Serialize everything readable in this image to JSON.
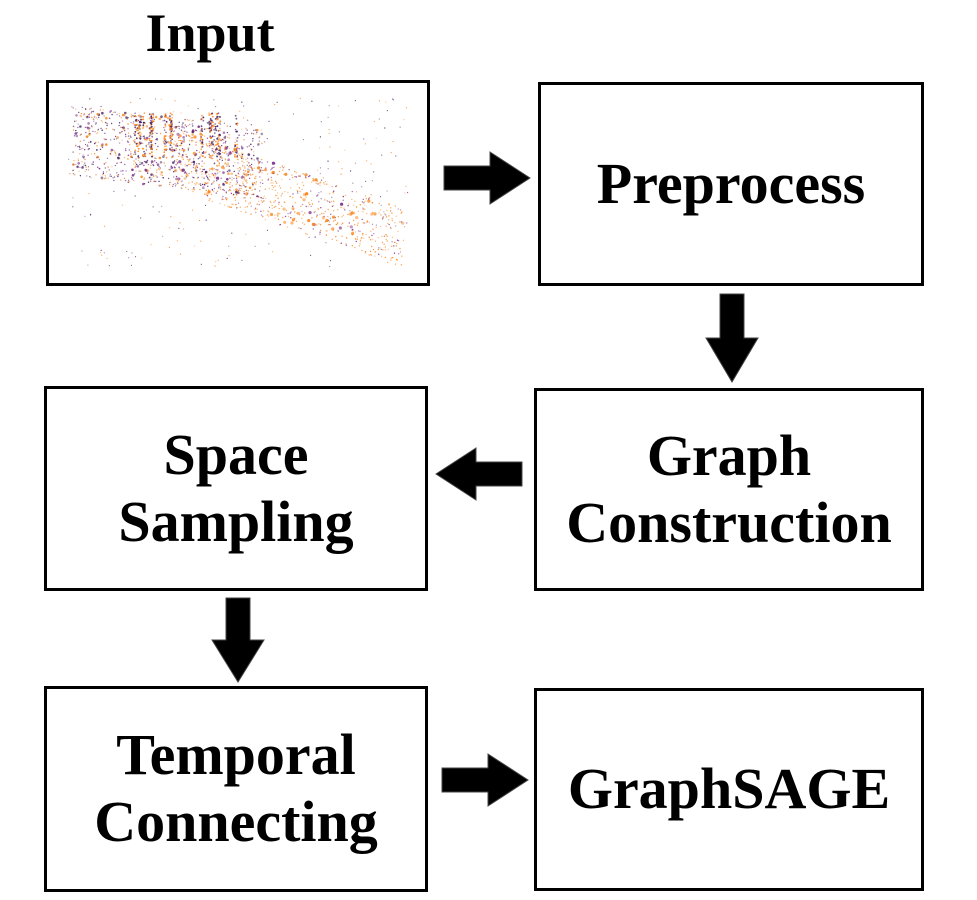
{
  "title": "Input",
  "input_box": {
    "image": "event-point-cloud",
    "colors": [
      "#3d1a5f",
      "#7a2e8a",
      "#f28c28",
      "#ff7f0e"
    ]
  },
  "steps": {
    "preprocess": "Preprocess",
    "graph_construction": [
      "Graph",
      "Construction"
    ],
    "space_sampling": [
      "Space",
      "Sampling"
    ],
    "temporal_connecting": [
      "Temporal",
      "Connecting"
    ],
    "graphsage": "GraphSAGE"
  },
  "arrows": {
    "color": "#000000",
    "icons": [
      "arrow-right-icon",
      "arrow-down-icon",
      "arrow-left-icon",
      "arrow-down-icon",
      "arrow-right-icon"
    ]
  }
}
